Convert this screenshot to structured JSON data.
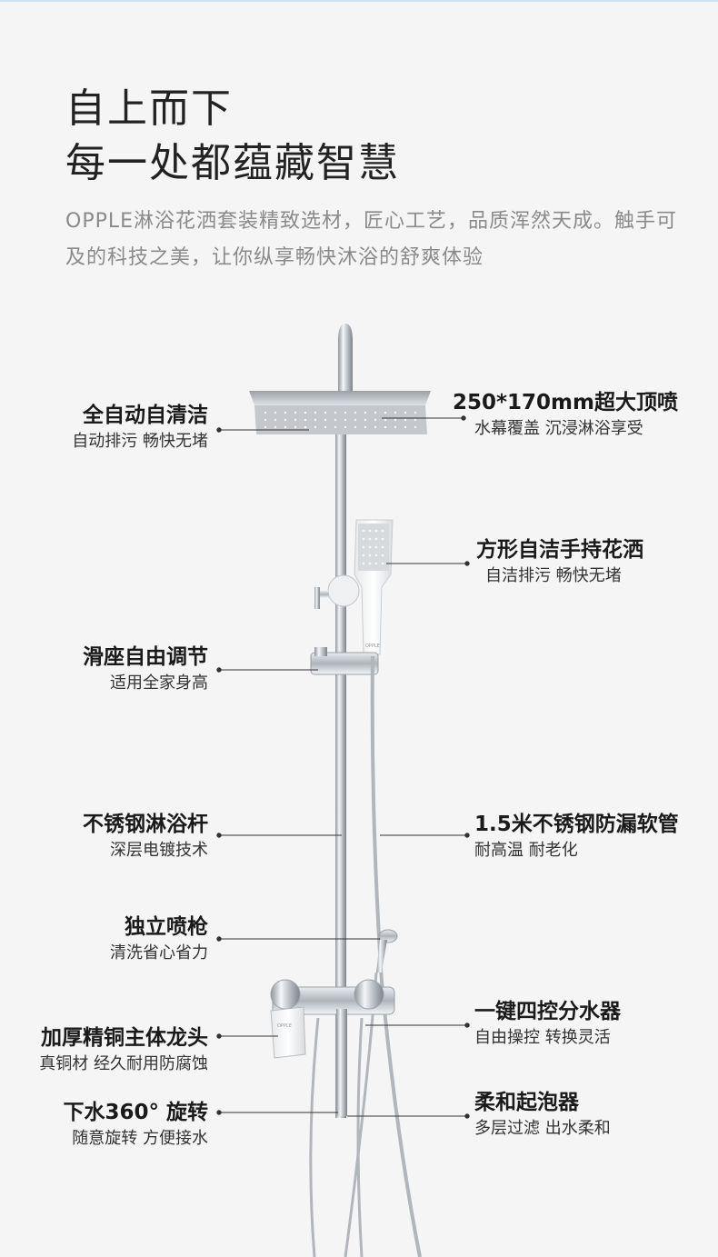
{
  "heading": {
    "line1": "自上而下",
    "line2": "每一处都蕴藏智慧",
    "intro": "OPPLE淋浴花洒套装精致选材，匠心工艺，品质浑然天成。触手可及的科技之美，让你纵享畅快沐浴的舒爽体验"
  },
  "product_logo": "OPPLE",
  "features": {
    "self_clean": {
      "title": "全自动自清洁",
      "sub": "自动排污 畅快无堵"
    },
    "top_spray": {
      "title": "250*170mm超大顶喷",
      "sub": "水幕覆盖 沉浸淋浴享受"
    },
    "hand_shower": {
      "title": "方形自洁手持花洒",
      "sub": "自洁排污 畅快无堵"
    },
    "slider": {
      "title": "滑座自由调节",
      "sub": "适用全家身高"
    },
    "rod": {
      "title": "不锈钢淋浴杆",
      "sub": "深层电镀技术"
    },
    "hose": {
      "title": "1.5米不锈钢防漏软管",
      "sub": "耐高温 耐老化"
    },
    "spray_gun": {
      "title": "独立喷枪",
      "sub": "清洗省心省力"
    },
    "faucet": {
      "title": "加厚精铜主体龙头",
      "sub": "真铜材 经久耐用防腐蚀"
    },
    "diverter": {
      "title": "一键四控分水器",
      "sub": "自由操控 转换灵活"
    },
    "spout": {
      "title": "下水360° 旋转",
      "sub": "随意旋转 方便接水"
    },
    "aerator": {
      "title": "柔和起泡器",
      "sub": "多层过滤 出水柔和"
    }
  },
  "colors": {
    "background": "#f5f5f5",
    "chrome": "#c8ccd0",
    "leader": "#333333",
    "intro_text": "#8a8a8a"
  }
}
